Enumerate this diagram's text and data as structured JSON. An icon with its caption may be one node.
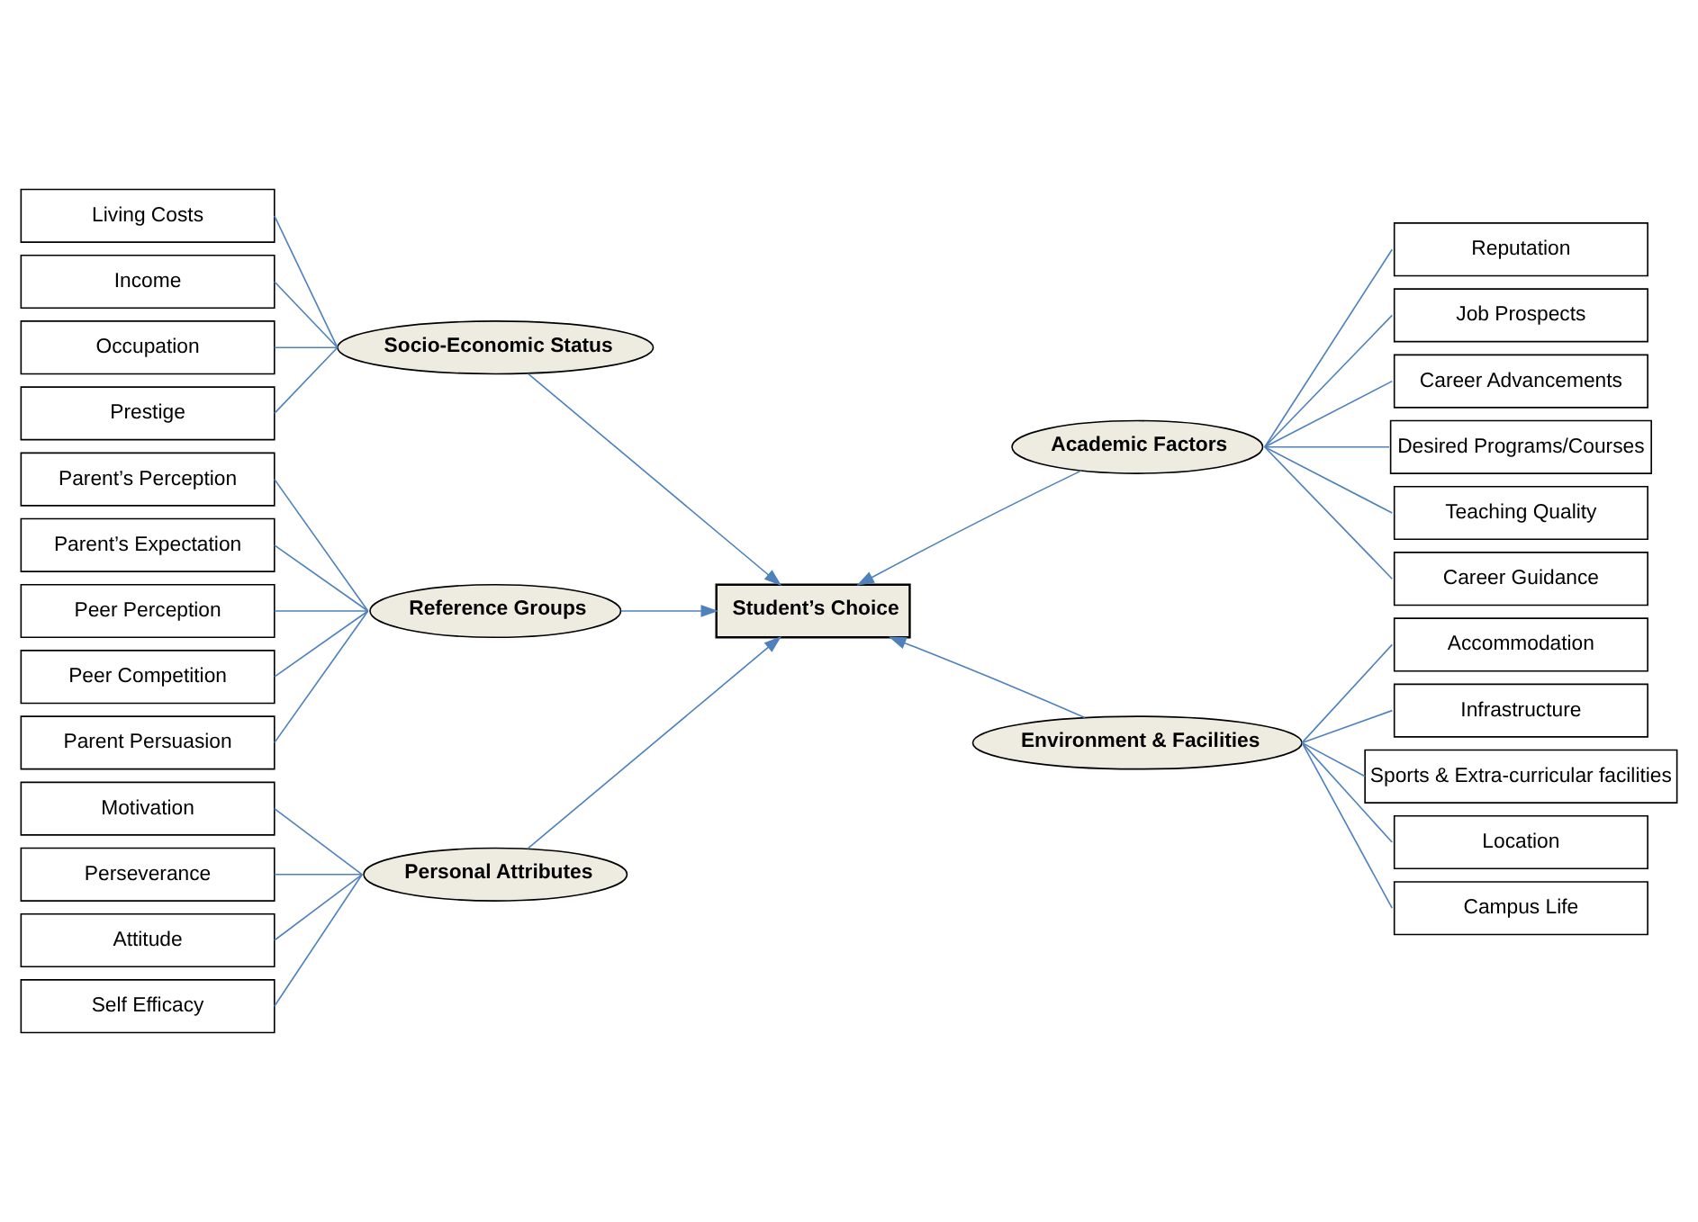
{
  "diagram": {
    "nodes": [
      {
        "text": [
          "Student’s Choice"
        ]
      },
      {
        "text": [
          "Socio-Economic Status"
        ]
      },
      {
        "text": [
          "Reference Groups"
        ]
      },
      {
        "text": [
          "Personal Attributes"
        ]
      },
      {
        "text": [
          "Academic Factors"
        ]
      },
      {
        "text": [
          "Environment & Facilities"
        ]
      },
      {
        "text": [
          "Living Costs"
        ]
      },
      {
        "text": [
          "Income"
        ]
      },
      {
        "text": [
          "Occupation"
        ]
      },
      {
        "text": [
          "Prestige"
        ]
      },
      {
        "text": [
          "Parent’s Perception"
        ]
      },
      {
        "text": [
          "Parent’s Expectation"
        ]
      },
      {
        "text": [
          "Peer Perception"
        ]
      },
      {
        "text": [
          "Peer Competition"
        ]
      },
      {
        "text": [
          "Parent Persuasion"
        ]
      },
      {
        "text": [
          "Motivation"
        ]
      },
      {
        "text": [
          "Perseverance"
        ]
      },
      {
        "text": [
          "Attitude"
        ]
      },
      {
        "text": [
          "Self Efficacy"
        ]
      },
      {
        "text": [
          "Reputation"
        ]
      },
      {
        "text": [
          "Job Prospects"
        ]
      },
      {
        "text": [
          "Career Advancements"
        ]
      },
      {
        "text": [
          "Desired Programs/Courses"
        ]
      },
      {
        "text": [
          "Teaching Quality"
        ]
      },
      {
        "text": [
          "Career Guidance"
        ]
      },
      {
        "text": [
          "Accommodation"
        ]
      },
      {
        "text": [
          "Infrastructure"
        ]
      },
      {
        "text": [
          "Sports & Extra-curricular facilities"
        ]
      },
      {
        "text": [
          "Location"
        ]
      },
      {
        "text": [
          "Campus Life"
        ]
      }
    ],
    "edges": [
      {
        "from": 6,
        "to": 1,
        "arrow": "none"
      },
      {
        "from": 7,
        "to": 1,
        "arrow": "none"
      },
      {
        "from": 8,
        "to": 1,
        "arrow": "none"
      },
      {
        "from": 9,
        "to": 1,
        "arrow": "none"
      },
      {
        "from": 10,
        "to": 2,
        "arrow": "none"
      },
      {
        "from": 11,
        "to": 2,
        "arrow": "none"
      },
      {
        "from": 12,
        "to": 2,
        "arrow": "none"
      },
      {
        "from": 13,
        "to": 2,
        "arrow": "none"
      },
      {
        "from": 14,
        "to": 2,
        "arrow": "none"
      },
      {
        "from": 15,
        "to": 3,
        "arrow": "none"
      },
      {
        "from": 16,
        "to": 3,
        "arrow": "none"
      },
      {
        "from": 17,
        "to": 3,
        "arrow": "none"
      },
      {
        "from": 18,
        "to": 3,
        "arrow": "none"
      },
      {
        "from": 1,
        "to": 0,
        "arrow": "to"
      },
      {
        "from": 2,
        "to": 0,
        "arrow": "to"
      },
      {
        "from": 3,
        "to": 0,
        "arrow": "to"
      },
      {
        "from": 4,
        "to": 0,
        "arrow": "to"
      },
      {
        "from": 5,
        "to": 0,
        "arrow": "to"
      },
      {
        "from": 4,
        "to": 19,
        "arrow": "none"
      },
      {
        "from": 4,
        "to": 20,
        "arrow": "none"
      },
      {
        "from": 4,
        "to": 21,
        "arrow": "none"
      },
      {
        "from": 4,
        "to": 22,
        "arrow": "none"
      },
      {
        "from": 4,
        "to": 23,
        "arrow": "none"
      },
      {
        "from": 4,
        "to": 24,
        "arrow": "none"
      },
      {
        "from": 5,
        "to": 25,
        "arrow": "none"
      },
      {
        "from": 5,
        "to": 26,
        "arrow": "none"
      },
      {
        "from": 5,
        "to": 27,
        "arrow": "none"
      },
      {
        "from": 5,
        "to": 28,
        "arrow": "none"
      },
      {
        "from": 5,
        "to": 29,
        "arrow": "none"
      }
    ]
  }
}
